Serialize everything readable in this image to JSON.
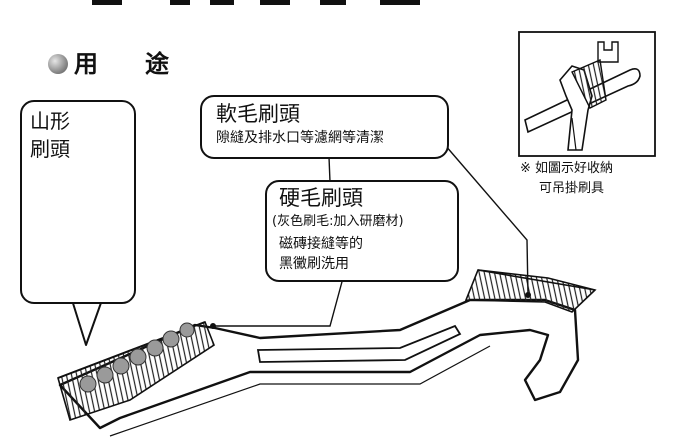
{
  "heading": {
    "char1": "用",
    "char2": "途"
  },
  "callouts": {
    "mountain": {
      "line1": "山形",
      "line2": "刷頭"
    },
    "soft": {
      "title": "軟毛刷頭",
      "desc": "隙縫及排水口等濾網等清潔"
    },
    "hard": {
      "title": "硬毛刷頭",
      "note": "(灰色刷毛:加入研磨材)",
      "desc1": "磁磚接縫等的",
      "desc2": "黑黴刷洗用"
    }
  },
  "storage_note": {
    "line1": "※ 如圖示好收納",
    "line2": "可吊掛刷具"
  }
}
